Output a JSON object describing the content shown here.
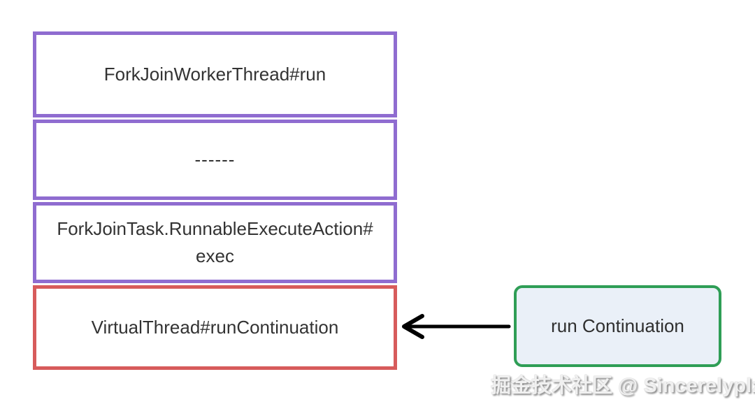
{
  "diagram": {
    "stack": {
      "boxes": [
        {
          "label": "ForkJoinWorkerThread#run",
          "border_color": "#8f6cd0"
        },
        {
          "label": "------",
          "border_color": "#8f6cd0"
        },
        {
          "label": "ForkJoinTask.RunnableExecuteAction#\nexec",
          "border_color": "#8f6cd0"
        },
        {
          "label": "VirtualThread#runContinuation",
          "border_color": "#d75b5b"
        }
      ]
    },
    "arrow": {
      "direction": "left",
      "color": "#000000"
    },
    "callout": {
      "label": "run Continuation",
      "border_color": "#2f9e56",
      "fill_color": "#eaf0f8"
    },
    "watermark": {
      "text": "掘金技术社区 @ Sincerelyplz"
    }
  }
}
